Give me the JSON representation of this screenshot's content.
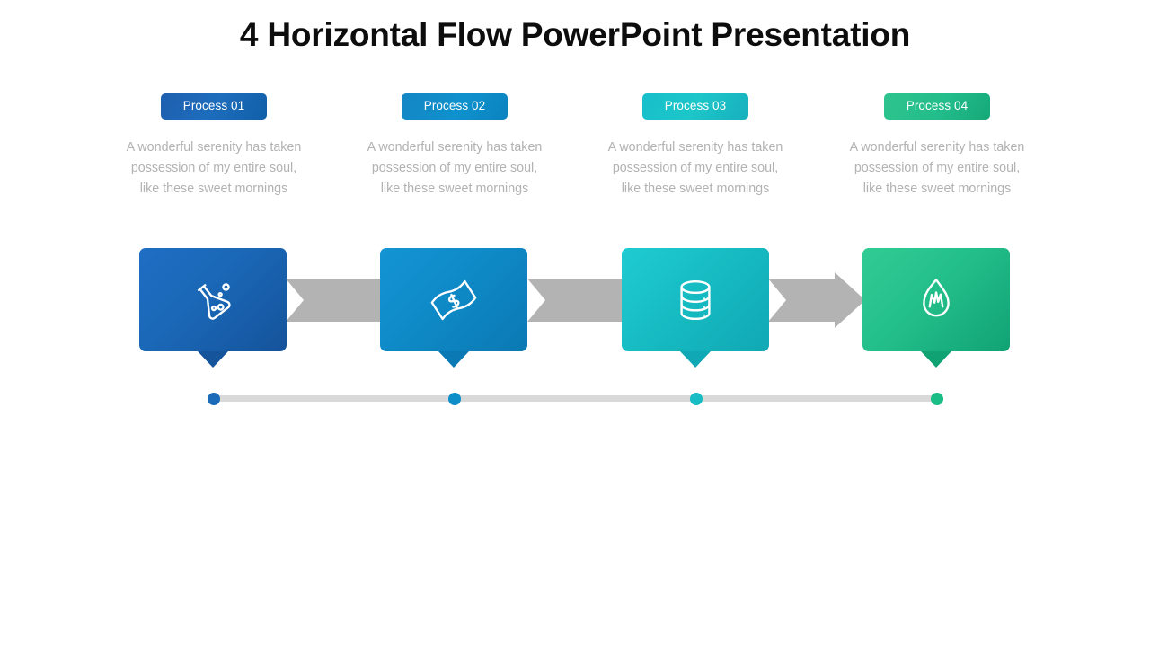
{
  "slide": {
    "title": "4 Horizontal Flow PowerPoint Presentation",
    "background_color": "#ffffff"
  },
  "shared": {
    "description": "A wonderful serenity has taken possession of my entire soul, like these sweet mornings",
    "connector_color": "#b3b3b3",
    "timeline_track_color": "#d9d9d9"
  },
  "steps": [
    {
      "badge_label": "Process 01",
      "description": "A wonderful serenity has taken possession of my entire soul, like these sweet mornings",
      "icon": "flask-icon",
      "accent_color": "#1b6bb8",
      "gradient_from": "#1f6ec4",
      "gradient_to": "#15539b",
      "dot_color": "#1b6bb8"
    },
    {
      "badge_label": "Process 02",
      "description": "A wonderful serenity has taken possession of my entire soul, like these sweet mornings",
      "icon": "money-bill-icon",
      "accent_color": "#0d8ec9",
      "gradient_from": "#1494d4",
      "gradient_to": "#0b79b3",
      "dot_color": "#0d8ec9"
    },
    {
      "badge_label": "Process 03",
      "description": "A wonderful serenity has taken possession of my entire soul, like these sweet mornings",
      "icon": "database-icon",
      "accent_color": "#16bcc4",
      "gradient_from": "#1fcbd2",
      "gradient_to": "#10a8b4",
      "dot_color": "#16bcc4"
    },
    {
      "badge_label": "Process 04",
      "description": "A wonderful serenity has taken possession of my entire soul, like these sweet mornings",
      "icon": "flame-icon",
      "accent_color": "#1bbd87",
      "gradient_from": "#31cc95",
      "gradient_to": "#11a273",
      "dot_color": "#1bbd87"
    }
  ],
  "connectors": [
    {
      "name": "connector-1-to-2",
      "style": "chevron-band"
    },
    {
      "name": "connector-2-to-3",
      "style": "chevron-band"
    },
    {
      "name": "connector-3-to-4",
      "style": "chevron-arrow"
    }
  ]
}
